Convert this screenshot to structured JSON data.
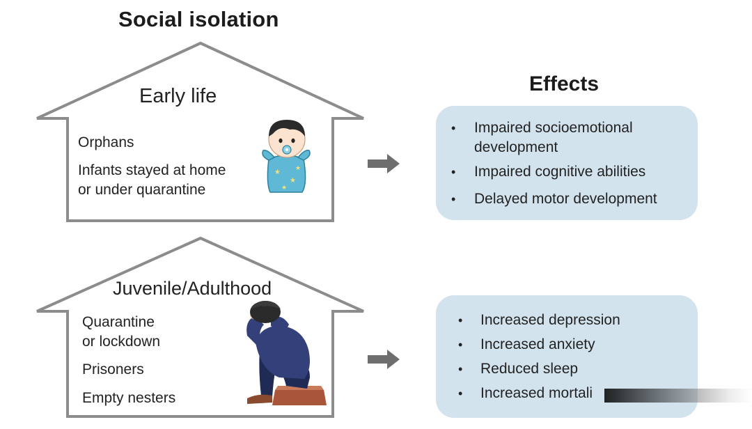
{
  "title": "Social isolation",
  "effects_title": "Effects",
  "early": {
    "heading": "Early life",
    "items": [
      "Orphans",
      "Infants stayed at home",
      "or under quarantine"
    ]
  },
  "adult": {
    "heading": "Juvenile/Adulthood",
    "items": [
      "Quarantine",
      "or lockdown",
      "Prisoners",
      "Empty nesters"
    ]
  },
  "effects_early": [
    "Impaired socioemotional",
    "development",
    "Impaired cognitive abilities",
    "Delayed motor development"
  ],
  "effects_adult": [
    "Increased depression",
    "Increased anxiety",
    "Reduced sleep",
    "Increased mortali"
  ],
  "colors": {
    "house_outline": "#8c8c8c",
    "effects_box": "#d2e3ee",
    "arrow": "#6e6e6e",
    "baby_suit": "#5fb8d6",
    "sweater": "#34407a"
  }
}
